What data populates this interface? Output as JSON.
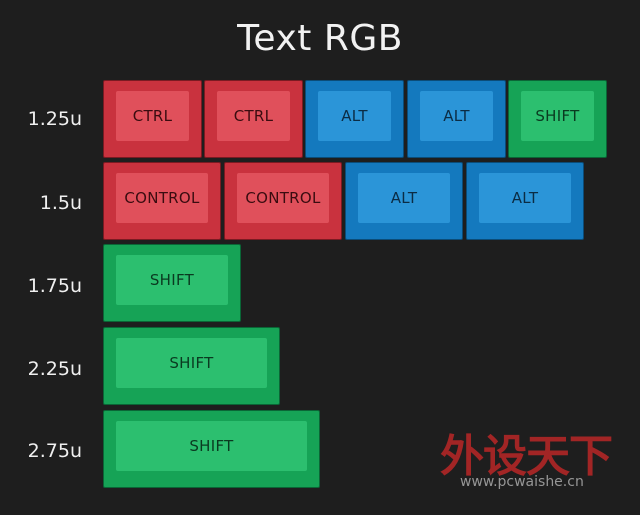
{
  "title": "Text RGB",
  "colors": {
    "red": "#c9323e",
    "blue": "#1479be",
    "green": "#16a356",
    "background": "#1e1e1e"
  },
  "rows": [
    {
      "label": "1.25u",
      "keys": [
        {
          "label": "CTRL",
          "color": "red"
        },
        {
          "label": "CTRL",
          "color": "red"
        },
        {
          "label": "ALT",
          "color": "blue"
        },
        {
          "label": "ALT",
          "color": "blue"
        },
        {
          "label": "SHIFT",
          "color": "green"
        }
      ]
    },
    {
      "label": "1.5u",
      "keys": [
        {
          "label": "CONTROL",
          "color": "red"
        },
        {
          "label": "CONTROL",
          "color": "red"
        },
        {
          "label": "ALT",
          "color": "blue"
        },
        {
          "label": "ALT",
          "color": "blue"
        }
      ]
    },
    {
      "label": "1.75u",
      "keys": [
        {
          "label": "SHIFT",
          "color": "green"
        }
      ]
    },
    {
      "label": "2.25u",
      "keys": [
        {
          "label": "SHIFT",
          "color": "green"
        }
      ]
    },
    {
      "label": "2.75u",
      "keys": [
        {
          "label": "SHIFT",
          "color": "green"
        }
      ]
    }
  ],
  "watermark": {
    "title": "外设天下",
    "url": "www.pcwaishe.cn"
  }
}
